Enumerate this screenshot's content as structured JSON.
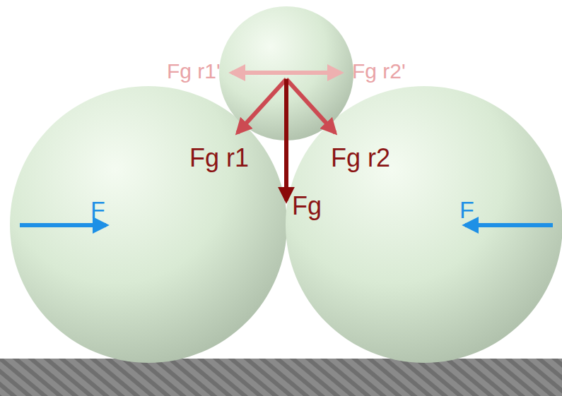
{
  "diagram": {
    "labels": [
      "Fg r1'",
      "Fg r2'",
      "Fg r1",
      "Fg r2",
      "Fg",
      "F",
      "F"
    ]
  }
}
